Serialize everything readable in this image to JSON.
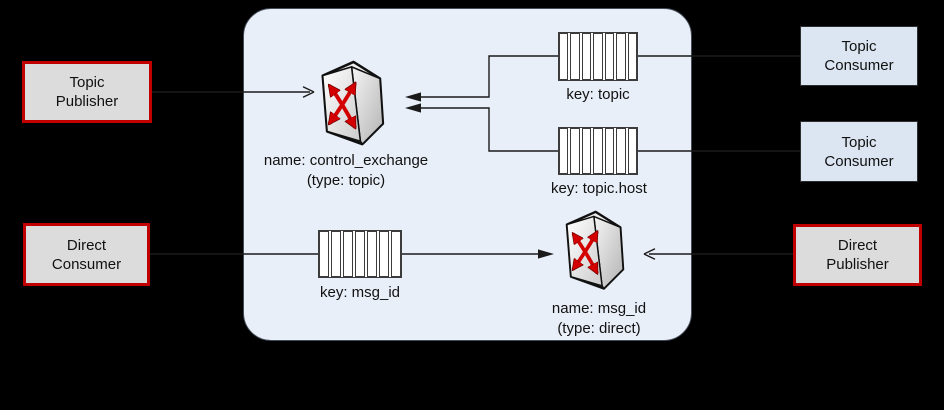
{
  "nodes": {
    "topic_publisher": {
      "line1": "Topic",
      "line2": "Publisher"
    },
    "direct_consumer": {
      "line1": "Direct",
      "line2": "Consumer"
    },
    "topic_consumer_1": {
      "line1": "Topic",
      "line2": "Consumer"
    },
    "topic_consumer_2": {
      "line1": "Topic",
      "line2": "Consumer"
    },
    "direct_publisher": {
      "line1": "Direct",
      "line2": "Publisher"
    }
  },
  "queues": {
    "topic": {
      "label": "key: topic",
      "cells": 7
    },
    "topic_host": {
      "label": "key: topic.host",
      "cells": 7
    },
    "msg_id": {
      "label": "key: msg_id",
      "cells": 7
    }
  },
  "exchanges": {
    "control": {
      "name": "name: control_exchange",
      "type": "(type: topic)"
    },
    "direct": {
      "name": "name: msg_id",
      "type": "(type: direct)"
    }
  },
  "colors": {
    "background": "#000000",
    "panel_fill": "#e9eff8",
    "panel_border": "#444c58",
    "publisher_box_fill": "#dcdcdc",
    "publisher_box_border": "#c00000",
    "consumer_box_fill": "#dce6f2",
    "consumer_box_border": "#2d2d2d",
    "line": "#1a1a1a",
    "exchange_arrow_red": "#d40000"
  },
  "icons": {
    "exchange_icon": "3d-switch-box-with-red-crossed-arrows",
    "queue_icon": "segmented-message-queue"
  }
}
